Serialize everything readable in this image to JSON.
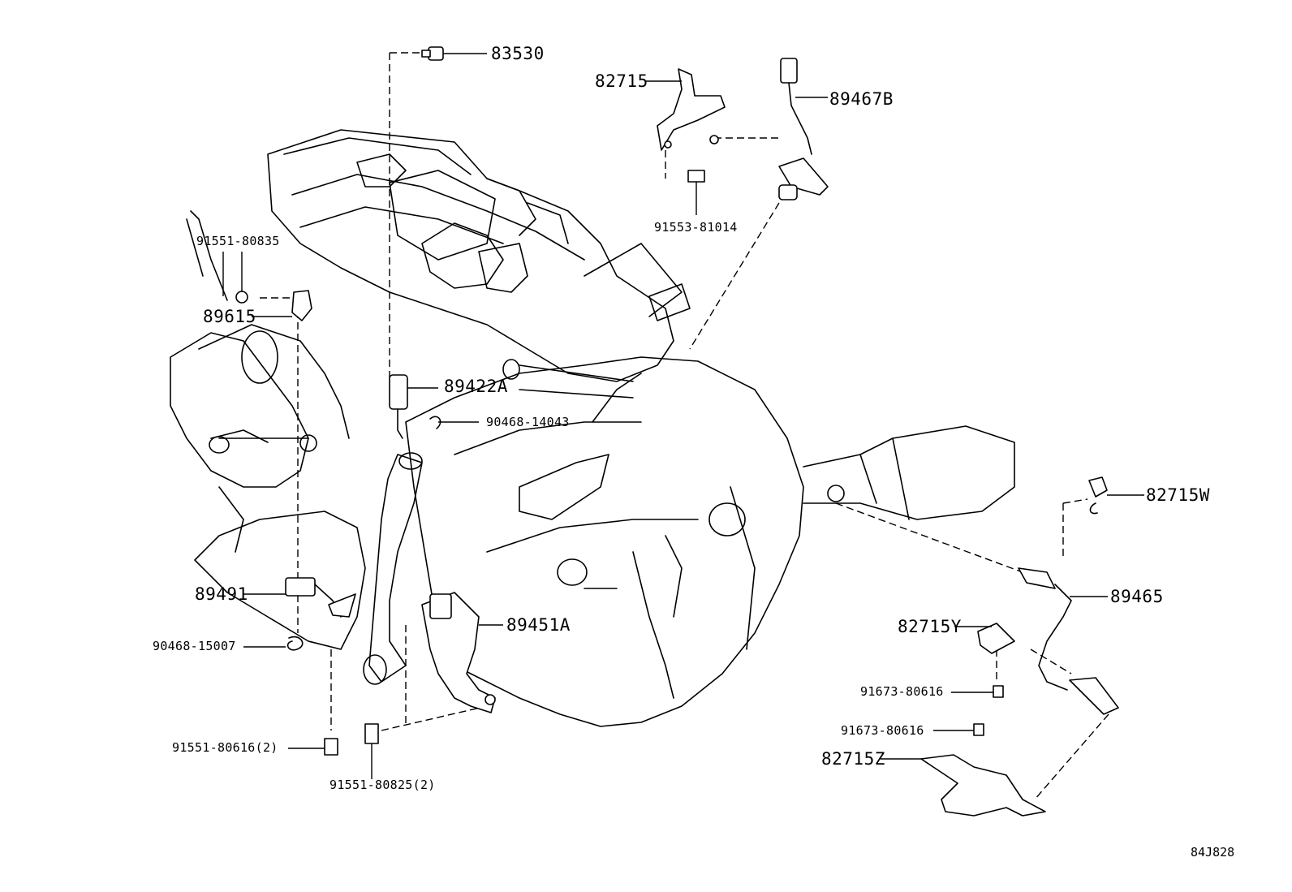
{
  "labels": {
    "p83530": "83530",
    "p82715": "82715",
    "p89467B": "89467B",
    "p91553_81014": "91553-81014",
    "p91551_80835": "91551-80835",
    "p89615": "89615",
    "p89422A": "89422A",
    "p90468_14043": "90468-14043",
    "p82715W": "82715W",
    "p89465": "89465",
    "p89491": "89491",
    "p90468_15007": "90468-15007",
    "p89451A": "89451A",
    "p82715Y": "82715Y",
    "p91673_80616_a": "91673-80616",
    "p91673_80616_b": "91673-80616",
    "p82715Z": "82715Z",
    "p91551_80616_2": "91551-80616(2)",
    "p91551_80825_2": "91551-80825(2)"
  },
  "diagram_code": "84J828"
}
